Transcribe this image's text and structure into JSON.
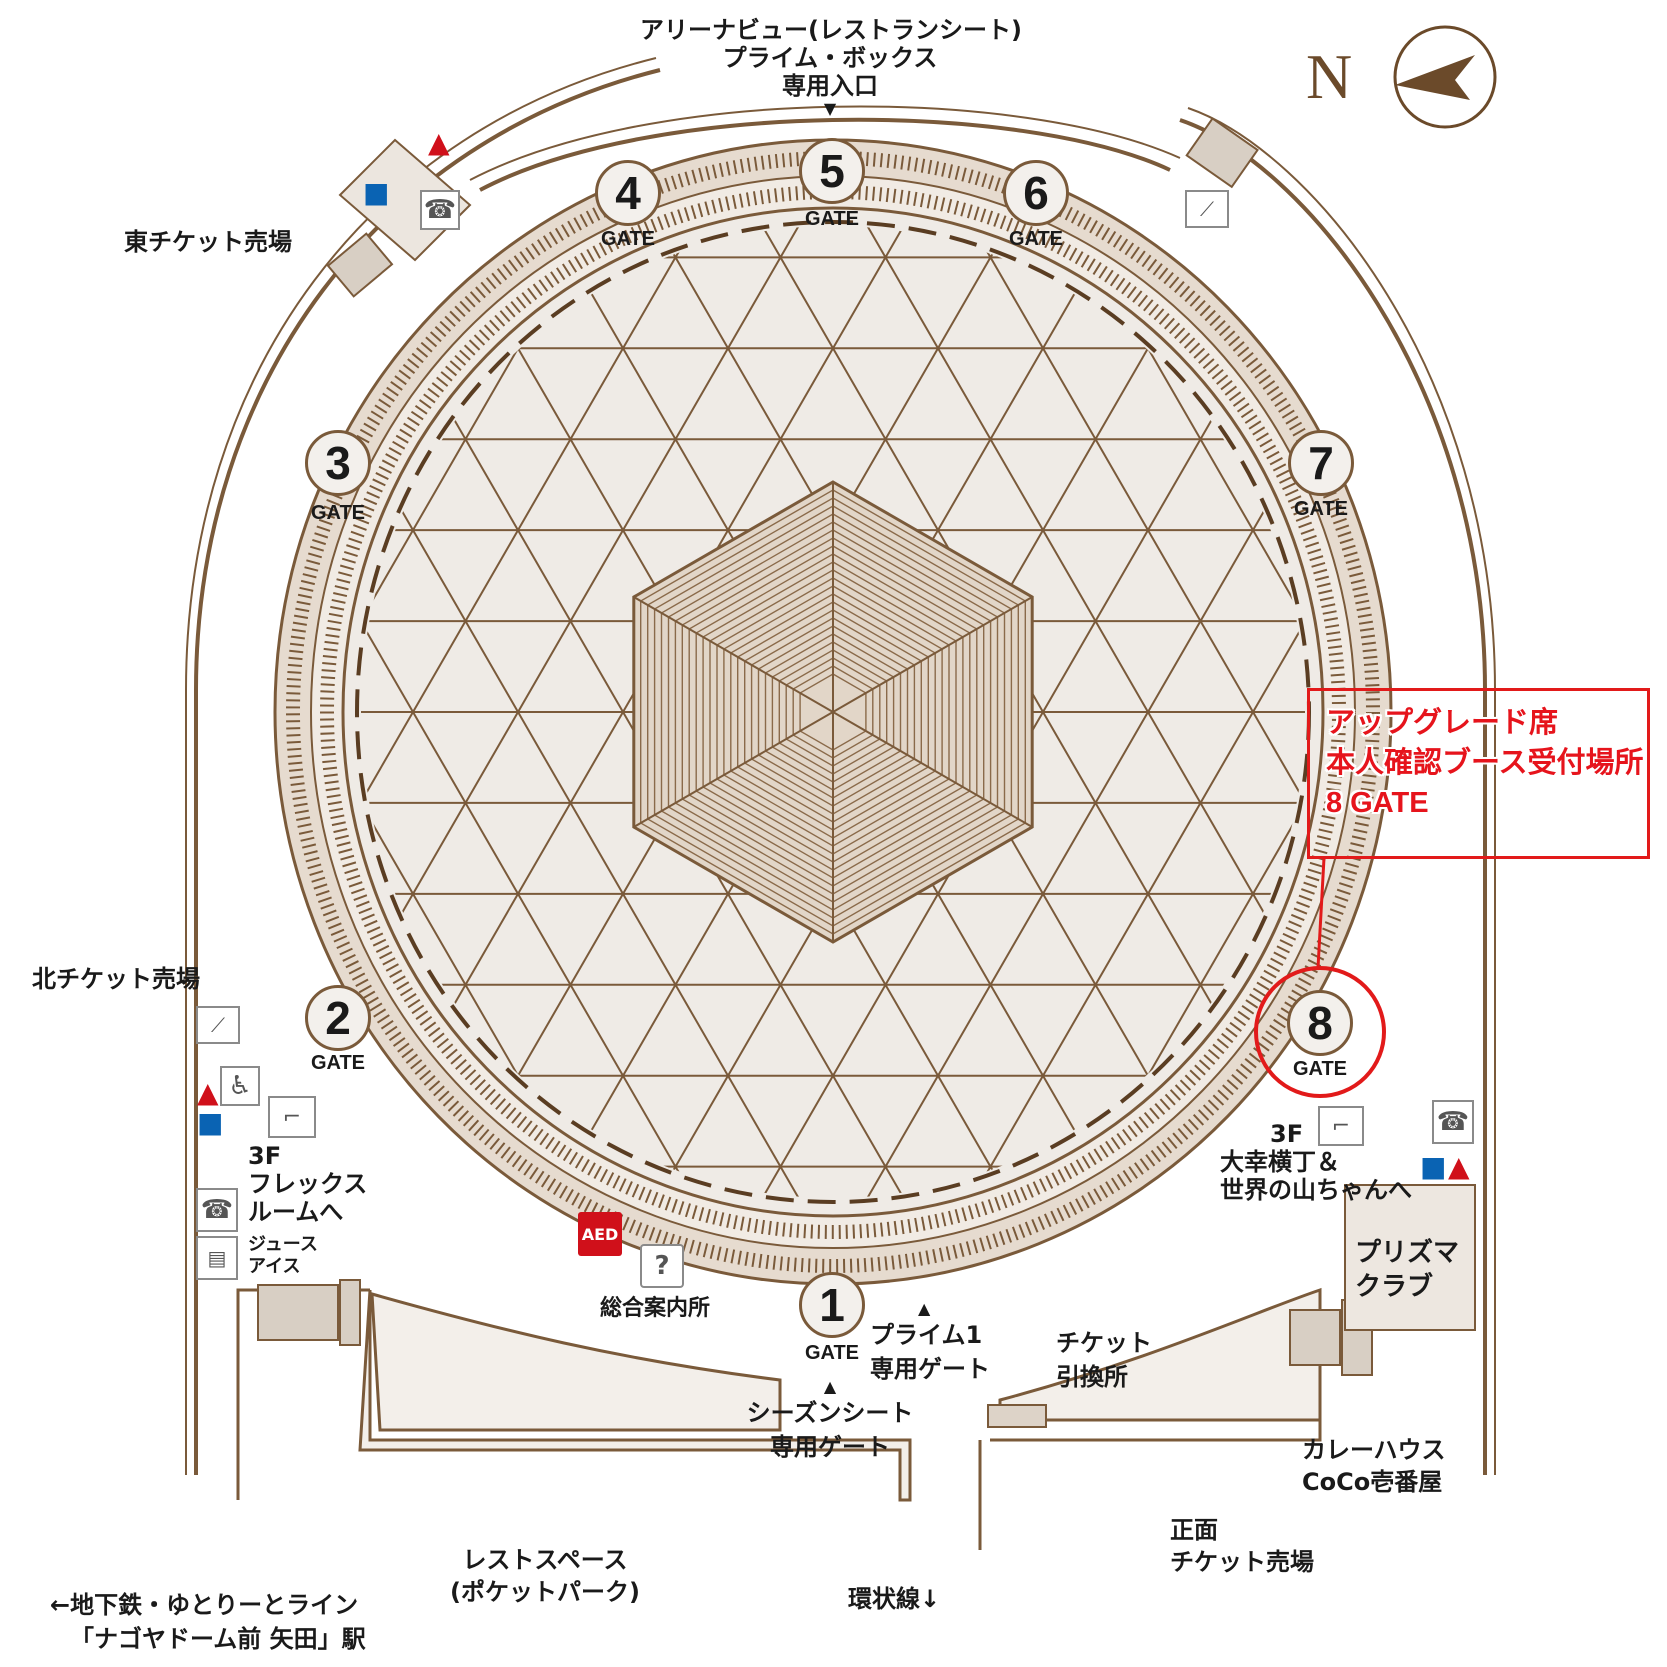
{
  "top_entrance": {
    "line1": "アリーナビュー(レストランシート)",
    "line2": "プライム・ボックス",
    "line3": "専用入口"
  },
  "compass": {
    "letter": "N"
  },
  "gates": [
    {
      "number": "1",
      "label": "GATE"
    },
    {
      "number": "2",
      "label": "GATE"
    },
    {
      "number": "3",
      "label": "GATE"
    },
    {
      "number": "4",
      "label": "GATE"
    },
    {
      "number": "5",
      "label": "GATE"
    },
    {
      "number": "6",
      "label": "GATE"
    },
    {
      "number": "7",
      "label": "GATE"
    },
    {
      "number": "8",
      "label": "GATE"
    }
  ],
  "labels": {
    "east_ticket": "東チケット売場",
    "north_ticket": "北チケット売場",
    "flex_floor": "3F",
    "flex_line1": "フレックス",
    "flex_line2": "ルームへ",
    "juice_line1": "ジュース",
    "juice_line2": "アイス",
    "aed": "AED",
    "info": "総合案内所",
    "prime_line1": "プライム1",
    "prime_line2": "専用ゲート",
    "season_line1": "シーズンシート",
    "season_line2": "専用ゲート",
    "ticket_exchange_line1": "チケット",
    "ticket_exchange_line2": "引換所",
    "right_floor": "3F",
    "right_line1": "大幸横丁＆",
    "right_line2": "世界の山ちゃんへ",
    "prism_line1": "プリズマ",
    "prism_line2": "クラブ",
    "curry_line1": "カレーハウス",
    "curry_line2": "CoCo壱番屋",
    "front_ticket_line1": "正面",
    "front_ticket_line2": "チケット売場",
    "rest_line1": "レストスペース",
    "rest_line2": "(ポケットパーク)",
    "loop_line": "環状線↓",
    "subway_line1": "←地下鉄・ゆとりーとライン",
    "subway_line2": "「ナゴヤドーム前 矢田」駅"
  },
  "callout": {
    "line1": "アップグレード席",
    "line2": "本人確認ブース受付場所",
    "line3": "8 GATE"
  },
  "icons": {
    "telephone": "☎",
    "wheelchair": "♿",
    "info": "?",
    "restroom_male": "🚹",
    "restroom_female": "🚺"
  },
  "colors": {
    "structure": "#7a5a3a",
    "field_fill": "#efebe6",
    "accent_red": "#e21a1a"
  }
}
